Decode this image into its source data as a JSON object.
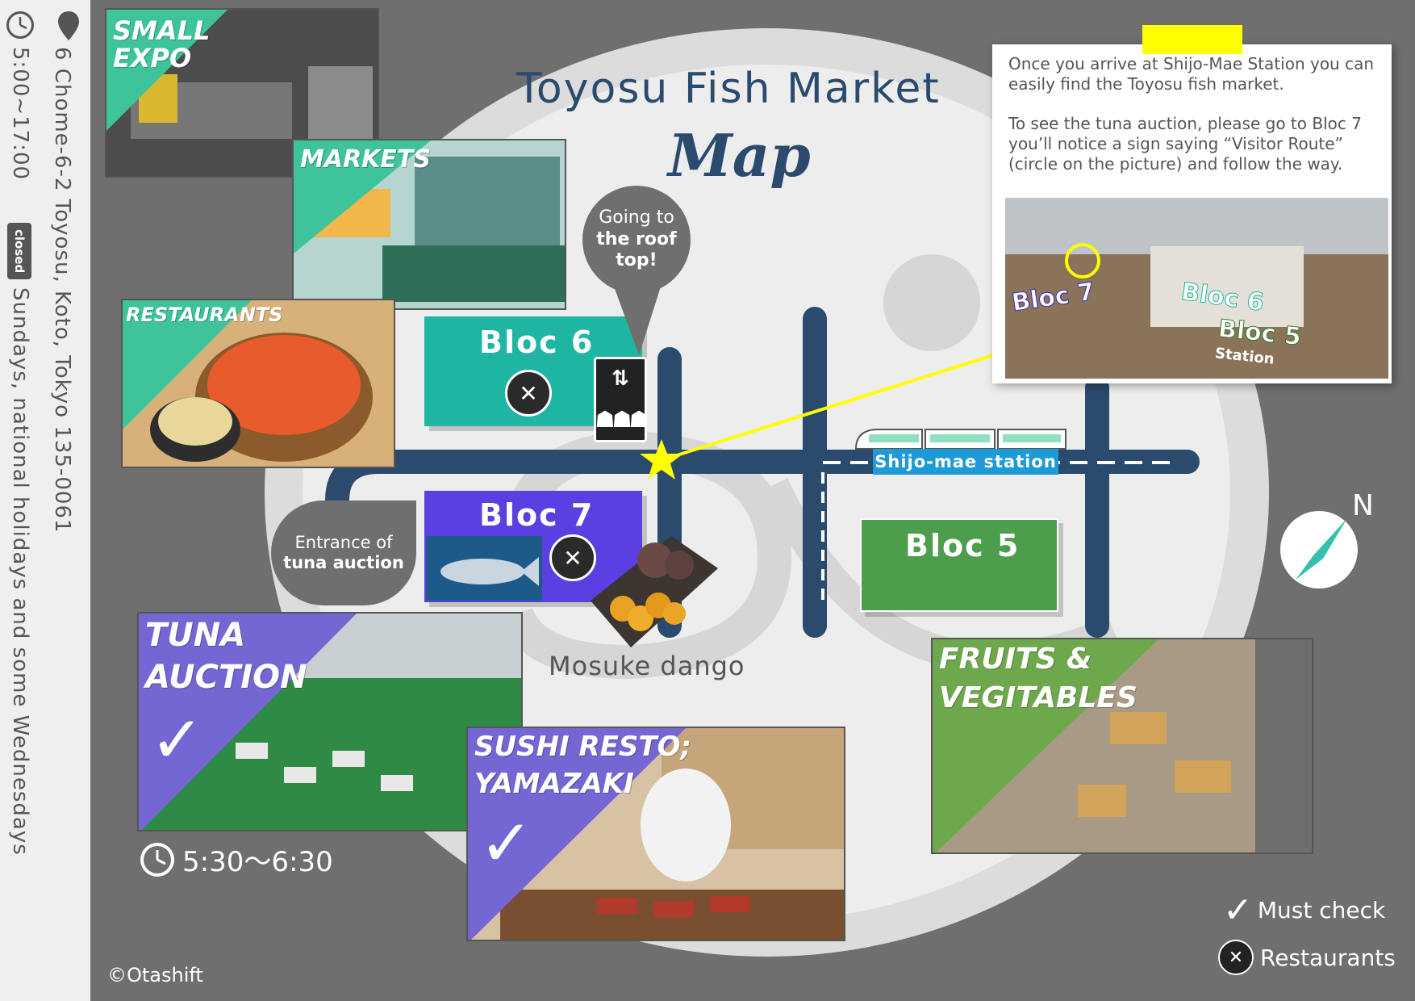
{
  "sidebar": {
    "address": "6 Chome-6-2 Toyosu, Koto, Tokyo 135-0061",
    "hours": "5:00~17:00",
    "closed_badge": "closed",
    "closed_days": "Sundays, national holidays and some Wednesdays"
  },
  "title": "Toyosu Fish Market",
  "subtitle": "Map",
  "photos": {
    "small_expo": "SMALL EXPO",
    "markets": "MARKETS",
    "restaurants": "RESTAURANTS",
    "tuna_auction_line1": "TUNA",
    "tuna_auction_line2": "AUCTION",
    "sushi_line1": "SUSHI RESTO;",
    "sushi_line2": "YAMAZAKI",
    "fruits_line1": "FRUITS &",
    "fruits_line2": "VEGITABLES"
  },
  "blocs": {
    "bloc6": "Bloc 6",
    "bloc7": "Bloc 7",
    "bloc5": "Bloc 5"
  },
  "pins": {
    "roof_line1": "Going to",
    "roof_line2": "the roof",
    "roof_line3": "top!",
    "entrance_line1": "Entrance of",
    "entrance_line2": "tuna auction"
  },
  "station": "Shijo-mae station",
  "dango_caption": "Mosuke dango",
  "tuna_time": "5:30〜6:30",
  "info": {
    "p1": "Once you arrive at Shijo-Mae Station you can easily find the Toyosu fish market.",
    "p2": "To see the tuna auction, please go to Bloc 7 you’ll notice a sign saying “Visitor Route” (circle on the picture) and follow the way.",
    "photo_bloc7": "Bloc 7",
    "photo_bloc6": "Bloc 6",
    "photo_bloc5": "Bloc 5",
    "photo_station": "Station"
  },
  "compass_letter": "N",
  "legend": {
    "must_check": "Must check",
    "restaurants": "Restaurants"
  },
  "copyright": "©Otashift",
  "colors": {
    "teal": "#1fb5a3",
    "violet": "#5b3fe0",
    "green": "#4c9e4c",
    "road": "#2a4a6e",
    "yellow": "#ffff00",
    "tag_green": "#3ec39a",
    "tag_purple": "#7466d3",
    "tag_lime": "#6ea84d"
  }
}
